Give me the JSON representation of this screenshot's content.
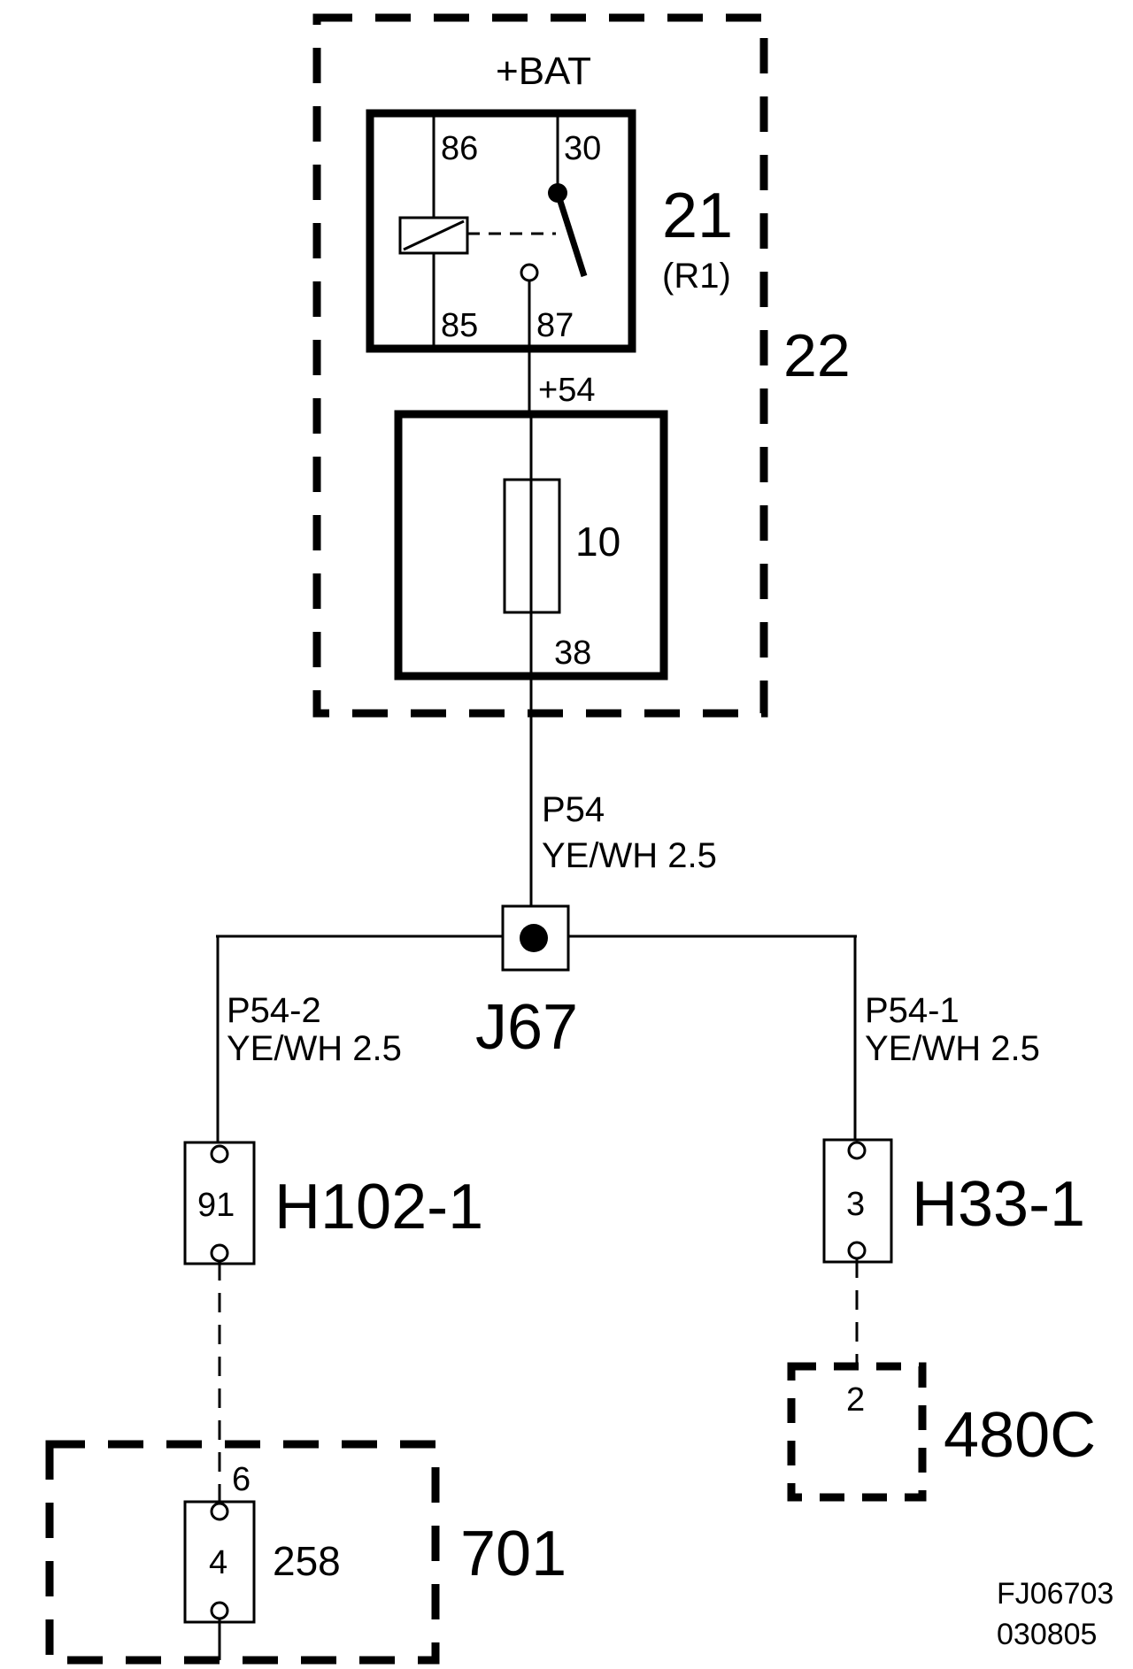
{
  "module22": {
    "label": "22",
    "supply": "+BAT"
  },
  "relay": {
    "ref": "21",
    "sub": "(R1)",
    "pins": {
      "p86": "86",
      "p30": "30",
      "p85": "85",
      "p87": "87"
    }
  },
  "fuse": {
    "supply": "+54",
    "number": "10",
    "pin": "38"
  },
  "wire_main": {
    "name": "P54",
    "spec": "YE/WH   2.5"
  },
  "splice": {
    "label": "J67"
  },
  "wire_left": {
    "name": "P54-2",
    "spec": "YE/WH  2.5"
  },
  "wire_right": {
    "name": "P54-1",
    "spec": "YE/WH  2.5"
  },
  "connector_left": {
    "label": "H102-1",
    "pin": "91"
  },
  "connector_right": {
    "label": "H33-1",
    "pin": "3"
  },
  "component_480c": {
    "label": "480C",
    "pin": "2"
  },
  "component_701": {
    "label": "701",
    "pin_outer": "6",
    "pin_inner": "4",
    "sub": "258"
  },
  "drawing": {
    "code": "FJ06703",
    "date": "030805"
  }
}
